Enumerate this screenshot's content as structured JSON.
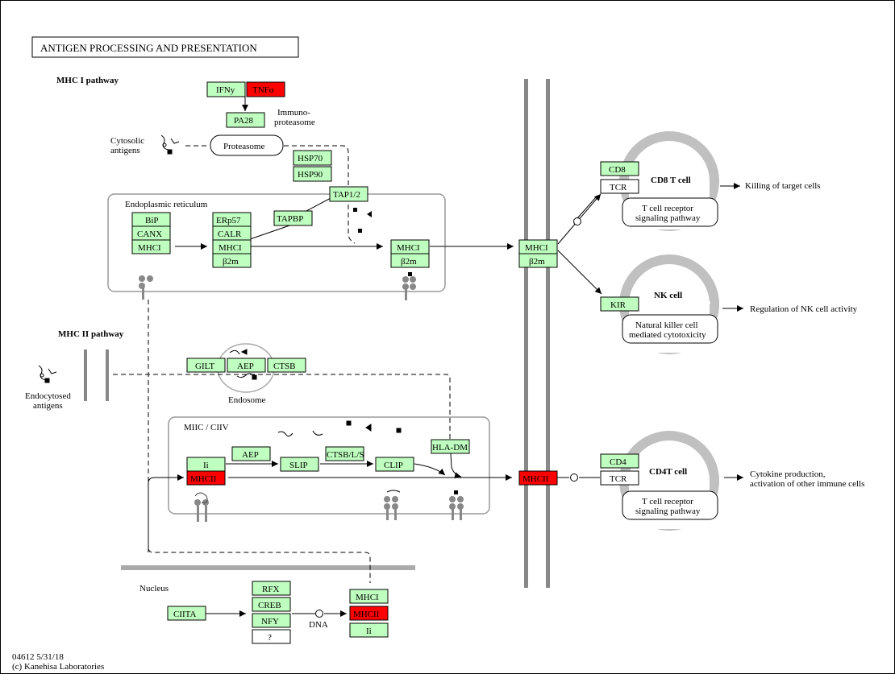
{
  "title": "ANTIGEN PROCESSING AND PRESENTATION",
  "footer": {
    "line1": "04612 5/31/18",
    "line2": "(c) Kanehisa Laboratories"
  },
  "labels": {
    "mhc1_pathway": "MHC I pathway",
    "mhc2_pathway": "MHC II pathway",
    "immuno1": "Immuno-",
    "immuno2": "proteasome",
    "cyto1": "Cytosolic",
    "cyto2": "antigens",
    "proteasome": "Proteasome",
    "er": "Endoplasmic reticulum",
    "endosome": "Endosome",
    "endo1": "Endocytosed",
    "endo2": "antigens",
    "miic": "MIIC / CIIV",
    "nucleus": "Nucleus",
    "dna": "DNA",
    "cd8_cell": "CD8 T cell",
    "nk_cell": "NK cell",
    "cd4_cell": "CD4T cell",
    "tcr_path1": "T cell receptor",
    "tcr_path2": "signaling pathway",
    "nk_path1": "Natural killer cell",
    "nk_path2": "mediated cytotoxicity",
    "tcr2_path1": "T cell receptor",
    "tcr2_path2": "signaling pathway",
    "killing": "Killing of target cells",
    "nk_reg": "Regulation of NK cell activity",
    "cyto_prod1": "Cytokine production,",
    "cyto_prod2": "activation of other immune cells"
  },
  "genes": {
    "ifny": "IFNy",
    "tnfa": "TNFα",
    "pa28": "PA28",
    "hsp70": "HSP70",
    "hsp90": "HSP90",
    "tap12": "TAP1/2",
    "tapbp": "TAPBP",
    "bip": "BiP",
    "canx": "CANX",
    "mhci_er1": "MHCI",
    "erp57": "ERp57",
    "calr": "CALR",
    "mhci_er2": "MHCI",
    "b2m_er2": "β2m",
    "mhci_er3": "MHCI",
    "b2m_er3": "β2m",
    "mhci_mem": "MHCI",
    "b2m_mem": "β2m",
    "cd8": "CD8",
    "tcr1": "TCR",
    "kir": "KIR",
    "gilt": "GILT",
    "aep_endo": "AEP",
    "ctsb": "CTSB",
    "ii": "Ii",
    "mhcii_miic": "MHCII",
    "aep_miic": "AEP",
    "slip": "SLIP",
    "ctsbls": "CTSB/L/S",
    "clip": "CLIP",
    "hladm": "HLA-DM",
    "mhcii_mem": "MHCII",
    "cd4": "CD4",
    "tcr2": "TCR",
    "rfx": "RFX",
    "creb": "CREB",
    "nfy": "NFY",
    "unknown": "?",
    "ciita": "CIITA",
    "mhci_nuc": "MHCI",
    "mhcii_nuc": "MHCII",
    "ii_nuc": "Ii"
  },
  "colors": {
    "gene_fill": "#bfffbf",
    "highlight_fill": "#ff0000",
    "membrane": "#888888",
    "cell_fill": "#c0c0c0"
  }
}
